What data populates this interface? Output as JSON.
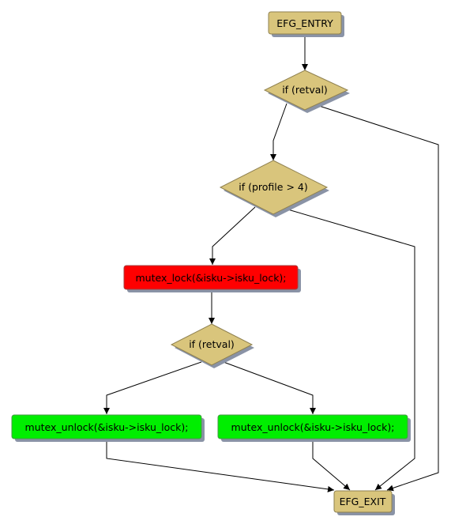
{
  "colors": {
    "terminal": "#d9c57c",
    "condition": "#d9c57c",
    "lock": "#ff0000",
    "unlock": "#00ee00",
    "shadow": "#8a93a6",
    "border": "#8f8150",
    "edge": "#000000"
  },
  "nodes": {
    "entry": "EFG_ENTRY",
    "cond_retval_1": "if (retval)",
    "cond_profile": "if (profile > 4)",
    "lock": "mutex_lock(&isku->isku_lock);",
    "cond_retval_2": "if (retval)",
    "unlock_left": "mutex_unlock(&isku->isku_lock);",
    "unlock_right": "mutex_unlock(&isku->isku_lock);",
    "exit": "EFG_EXIT"
  }
}
